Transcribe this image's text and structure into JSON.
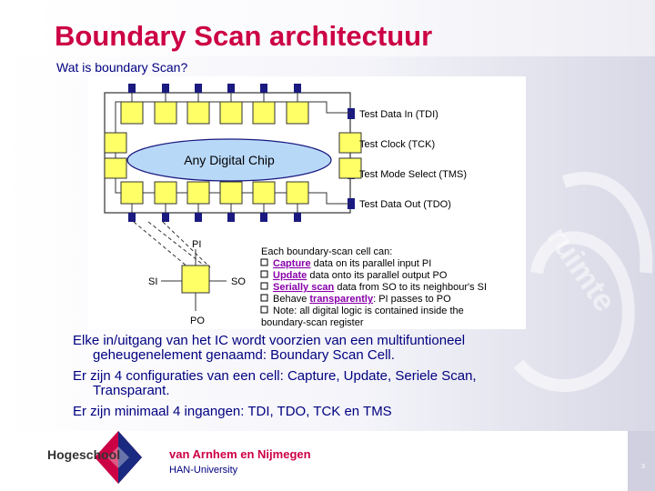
{
  "slide": {
    "title": "Boundary Scan architectuur",
    "subtitle": "Wat is boundary Scan?",
    "page_number": "3"
  },
  "diagram": {
    "chip_label": "Any Digital Chip",
    "pins": {
      "tdi": "Test Data In (TDI)",
      "tck": "Test Clock (TCK)",
      "tms": "Test Mode Select (TMS)",
      "tdo": "Test Data Out (TDO)"
    },
    "cell": {
      "pi": "PI",
      "so": "SO",
      "si": "SI",
      "po": "PO"
    },
    "legend": {
      "heading": "Each boundary-scan cell can:",
      "items": [
        {
          "keyword": "Capture",
          "rest": " data on its parallel input PI"
        },
        {
          "keyword": "Update",
          "rest": " data onto its parallel output PO"
        },
        {
          "keyword": "Serially scan",
          "rest": " data from SO to its neighbour's SI"
        },
        {
          "prefix": "Behave ",
          "keyword": "transparently",
          "rest": ": PI passes to PO"
        },
        {
          "prefix": "Note: all digital logic is contained inside the",
          "keyword": "",
          "rest": ""
        }
      ],
      "last_line": "boundary-scan register"
    }
  },
  "bullets": [
    {
      "line1": "Elke in/uitgang van het IC wordt voorzien van een multifuntioneel",
      "line2": "geheugenelement genaamd: Boundary Scan Cell."
    },
    {
      "line1": "Er zijn 4 configuraties van een cell: Capture, Update, Seriele Scan,",
      "line2": "Transparant."
    },
    {
      "line1": "Er zijn minimaal 4 ingangen: TDI, TDO, TCK en TMS",
      "line2": ""
    }
  ],
  "footer": {
    "school": "Hogeschool",
    "name": "van Arnhem en Nijmegen",
    "university": "HAN-University",
    "watermark": "HAN ruimte"
  },
  "colors": {
    "title": "#cc0044",
    "text": "#000080",
    "cell_fill": "#ffff66",
    "chip_fill": "#b8d8f8",
    "pin": "#1a1a80",
    "legend_keyword": "#8800aa"
  }
}
